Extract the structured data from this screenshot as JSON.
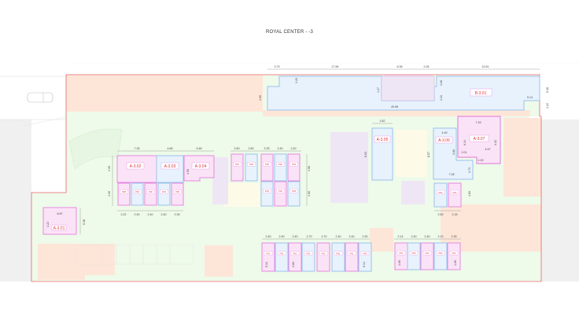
{
  "title": "ROYAL CENTER -  -3",
  "colors": {
    "boundary": "#e8646a",
    "orange_zone": "#fde6d8",
    "green_zone": "#eefaea",
    "purple_zone": "#efe6f5",
    "yellow_zone": "#fdfbe8",
    "unit_pink_fill": "#fbe3f7",
    "unit_pink_stroke": "#e58ae0",
    "unit_blue_fill": "#e8f2fd",
    "unit_blue_stroke": "#9cc3ec",
    "label_red": "#e0303a"
  },
  "top_dims": [
    "3.79",
    "17.84",
    "6.38",
    "2.26",
    "10.61"
  ],
  "top_block": {
    "label": "B-3.01",
    "dims": [
      "4.50",
      "1.20",
      "4.27",
      "49.98",
      "1.60",
      "2.21",
      "5.14",
      "5.38",
      "1.22"
    ]
  },
  "units": {
    "a302": {
      "label": "A-3.02"
    },
    "a303": {
      "label": "A-3.03"
    },
    "a304": {
      "label": "A-3.04",
      "dim": "4.50"
    },
    "a305": {
      "label": "A-3.05",
      "dim_top": "3.82",
      "dim_side": "8.03"
    },
    "a306": {
      "label": "A-3.06",
      "dims": [
        "4.49",
        "8.57",
        "3.80",
        "7.28",
        "3.73"
      ]
    },
    "a307": {
      "label": "A-3.07",
      "dims": [
        "7.33",
        "6.24",
        "3.32",
        "2.01",
        "4.57",
        "1.00"
      ]
    },
    "a301": {
      "label": "A-3.01",
      "dims": [
        "6.87",
        "1.22",
        "5.38"
      ]
    }
  },
  "left_group": {
    "top_dims": [
      "7.26",
      "4.66",
      "5.48"
    ],
    "side_dims": [
      "4.30",
      "4.30"
    ],
    "bottom_dims": [
      "2.22",
      "2.40",
      "2.40",
      "2.40",
      "2.35"
    ],
    "units": [
      "P08",
      "P02",
      "P02",
      "P01",
      "P09"
    ]
  },
  "mid_group": {
    "top_dims": [
      "2.60",
      "2.60",
      "2.25",
      "2.40",
      "2.40"
    ],
    "side_dims": [
      "4.58",
      "4.90"
    ],
    "top_units": [
      "P02",
      "P02",
      "P02",
      "P02",
      "P03"
    ],
    "bottom_units": [
      "P02",
      "P02",
      "P03"
    ]
  },
  "right_small": {
    "units": [
      "P04",
      "P04"
    ],
    "dims": [
      "2.50",
      "2.18",
      "4.83"
    ]
  },
  "bottom_mid_group": {
    "top_dims": [
      "2.40",
      "2.40",
      "2.40",
      "2.70",
      "2.70",
      "2.40",
      "2.40",
      "2.30"
    ],
    "side_dims": [
      "5.14",
      "2.80",
      "5.14"
    ],
    "units": [
      "P02",
      "P02",
      "P02",
      "P02",
      "P02",
      "P01",
      "P01",
      "P03"
    ]
  },
  "bottom_right_group": {
    "top_dims": [
      "2.14",
      "2.40",
      "2.40",
      "2.13",
      "2.35"
    ],
    "side_dims": [
      "4.69",
      "4.69"
    ],
    "units": [
      "P01",
      "P04",
      "P02",
      "P02",
      "P01"
    ]
  }
}
